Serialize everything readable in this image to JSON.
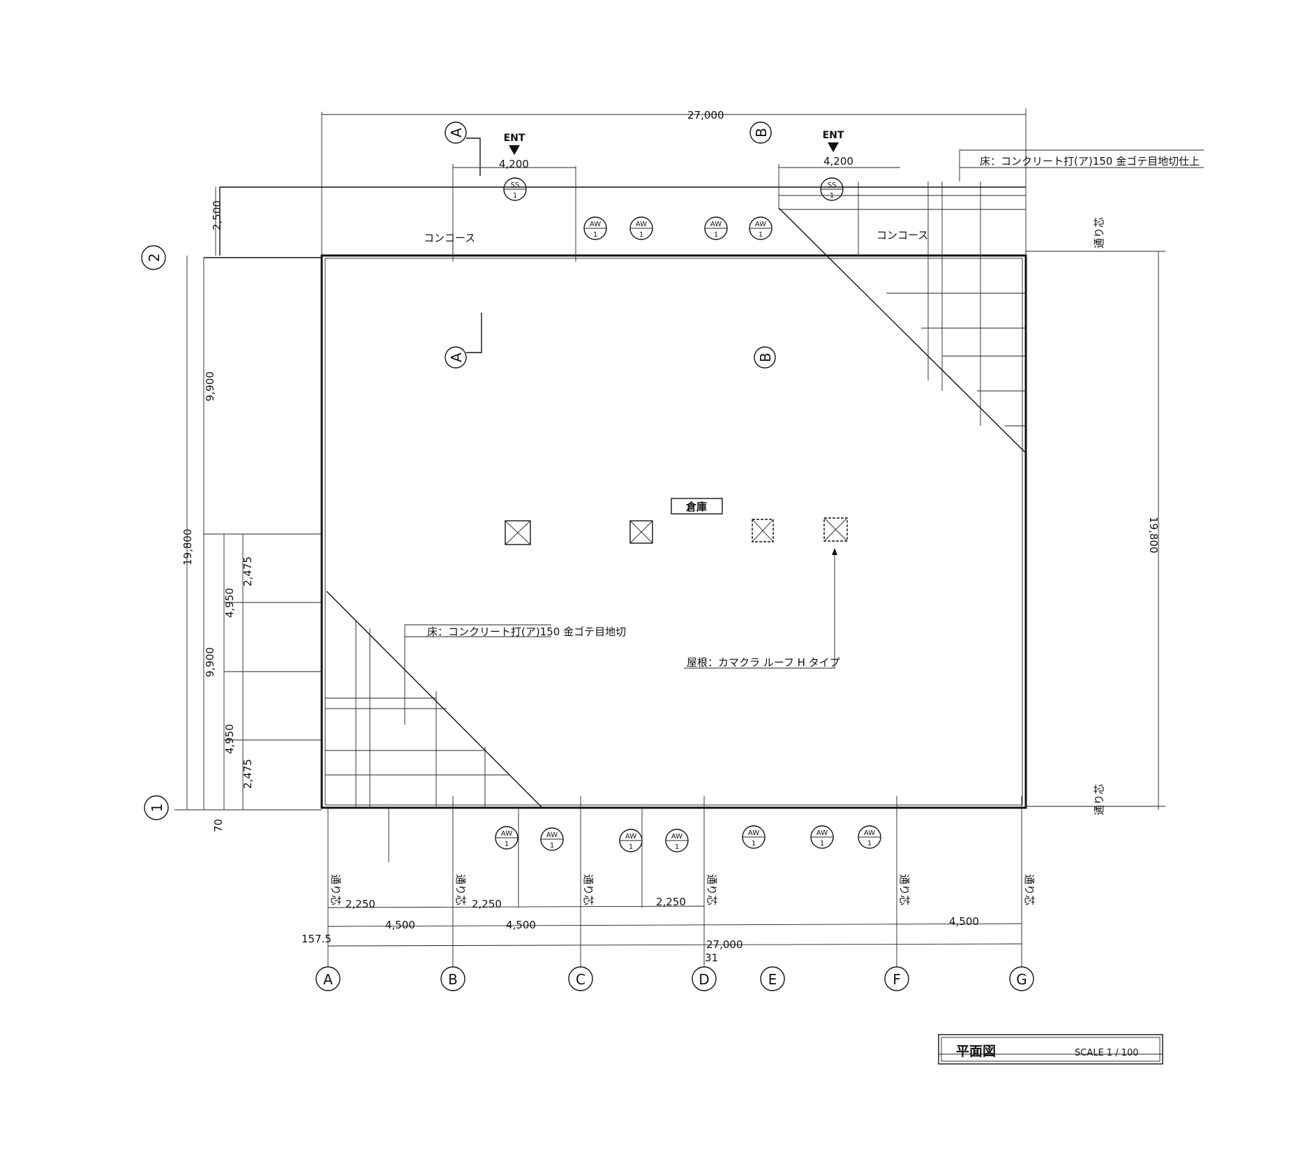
{
  "title_block": {
    "title": "平面図",
    "scale": "SCALE 1 / 100"
  },
  "grid_columns": [
    "A",
    "B",
    "C",
    "D",
    "E",
    "F",
    "G"
  ],
  "grid_rows": [
    "2",
    "1"
  ],
  "section_markers": [
    "A",
    "A",
    "B",
    "B"
  ],
  "entrances": [
    "ENT",
    "ENT"
  ],
  "room_label": "倉庫",
  "concourse_labels": [
    "コンコース",
    "コンコース"
  ],
  "notes": {
    "floor_top": "床：コンクリート打(ア)150 金ゴテ目地切仕上",
    "floor_left": "床：コンクリート打(ア)150 金ゴテ目地切",
    "roof": "屋根：カマクラ ルーフ H タイプ"
  },
  "tags": {
    "aw": "AW",
    "aw_num": "1",
    "ss": "SS",
    "ss_num": "1"
  },
  "dimensions": {
    "top_total": "27,000",
    "entrance_width": "4,200",
    "concourse_depth": "2,500",
    "left_total": "19,800",
    "left_half": "9,900",
    "left_sub": "4,950",
    "left_quarter": "2,475",
    "left_offset": "70",
    "right_total": "19,800",
    "bottom_half_span": "2,250",
    "bottom_span": "4,500",
    "bottom_total": "27,000",
    "bottom_offset": "157.5",
    "handwritten": "31"
  },
  "axis_label": "通り芯"
}
